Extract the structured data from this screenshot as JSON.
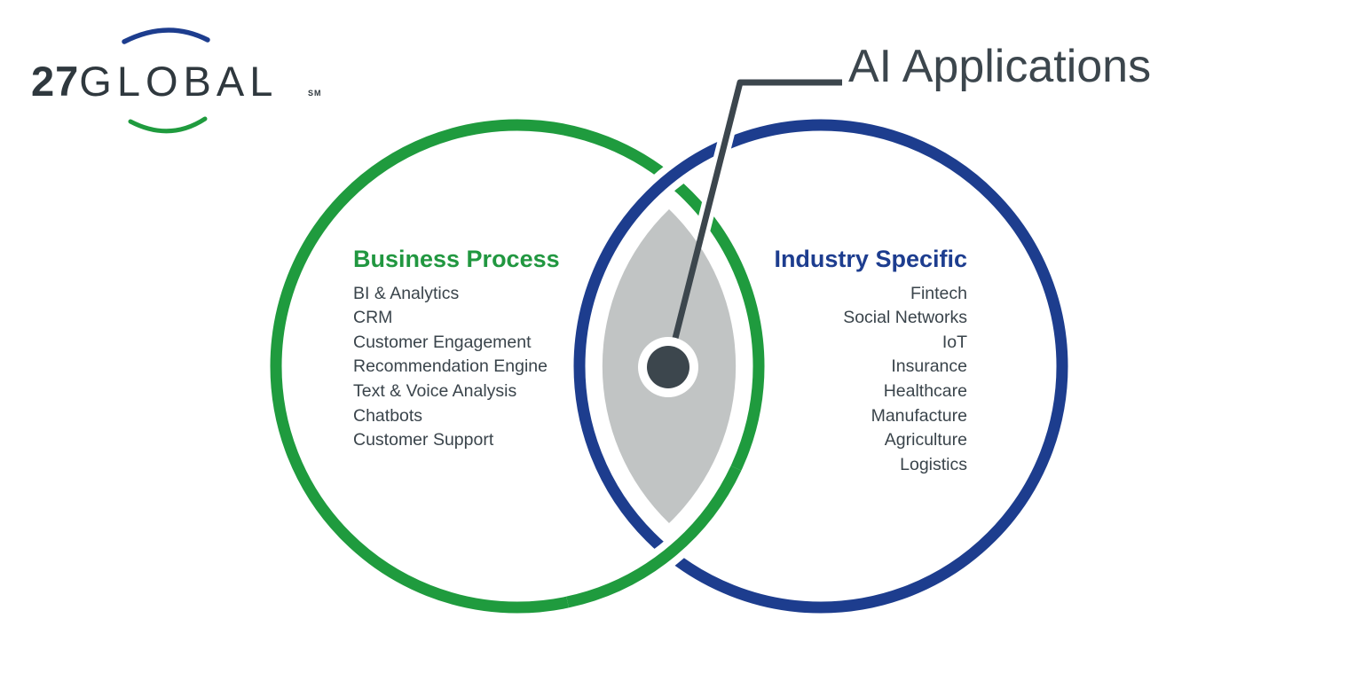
{
  "logo": {
    "number": "27",
    "word": "GLOBAL",
    "trademark": "SM"
  },
  "callout": {
    "title": "AI Applications"
  },
  "venn": {
    "left_circle": {
      "title": "Business Process",
      "items": [
        "BI & Analytics",
        "CRM",
        "Customer Engagement",
        "Recommendation Engine",
        "Text & Voice Analysis",
        "Chatbots",
        "Customer Support"
      ]
    },
    "right_circle": {
      "title": "Industry Specific",
      "items": [
        "Fintech",
        "Social Networks",
        "IoT",
        "Insurance",
        "Healthcare",
        "Manufacture",
        "Agriculture",
        "Logistics"
      ]
    }
  },
  "colors": {
    "brand_green": "#1f9b3e",
    "brand_navy": "#1d3d8e",
    "ink_dark": "#3c464d",
    "text_charcoal": "#3a444b",
    "lens_gray": "#c1c4c4",
    "background": "#ffffff"
  }
}
